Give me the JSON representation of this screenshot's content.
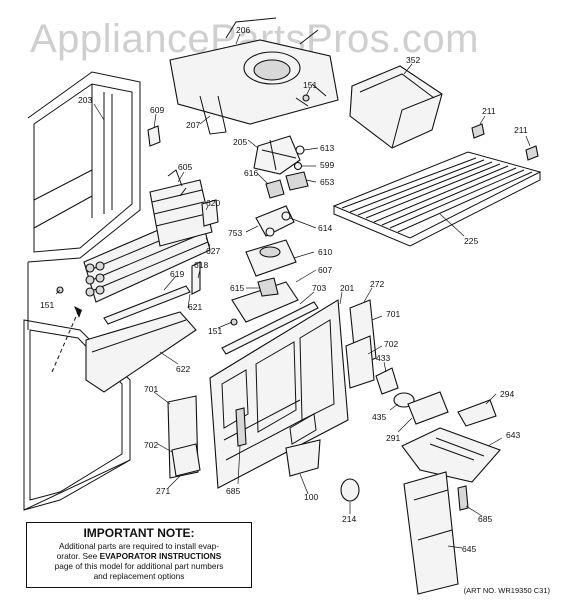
{
  "watermark": "AppliancePartsPros.com",
  "note": {
    "title": "IMPORTANT NOTE:",
    "line1": "Additional parts are required to install evap-",
    "line2_pre": "orator.  See ",
    "line2_bold": "EVAPORATOR INSTRUCTIONS",
    "line3": "page of this model for additional part numbers",
    "line4": "and replacement options"
  },
  "art_number": "(ART NO. WR19350 C31)",
  "callouts": {
    "c203": "203",
    "c609": "609",
    "c206": "206",
    "c151a": "151",
    "c352": "352",
    "c207": "207",
    "c205": "205",
    "c613": "613",
    "c599": "599",
    "c653": "653",
    "c616": "616",
    "c211a": "211",
    "c211b": "211",
    "c605": "605",
    "c620": "620",
    "c753": "753",
    "c614": "614",
    "c627": "627",
    "c610": "610",
    "c607": "607",
    "c225": "225",
    "c618": "618",
    "c619": "619",
    "c615": "615",
    "c703": "703",
    "c201": "201",
    "c272": "272",
    "c151b": "151",
    "c621": "621",
    "c701a": "701",
    "c151c": "151",
    "c702a": "702",
    "c433": "433",
    "c622": "622",
    "c701b": "701",
    "c435": "435",
    "c294": "294",
    "c291": "291",
    "c643": "643",
    "c702b": "702",
    "c271": "271",
    "c685a": "685",
    "c100": "100",
    "c214": "214",
    "c685b": "685",
    "c645": "645"
  }
}
